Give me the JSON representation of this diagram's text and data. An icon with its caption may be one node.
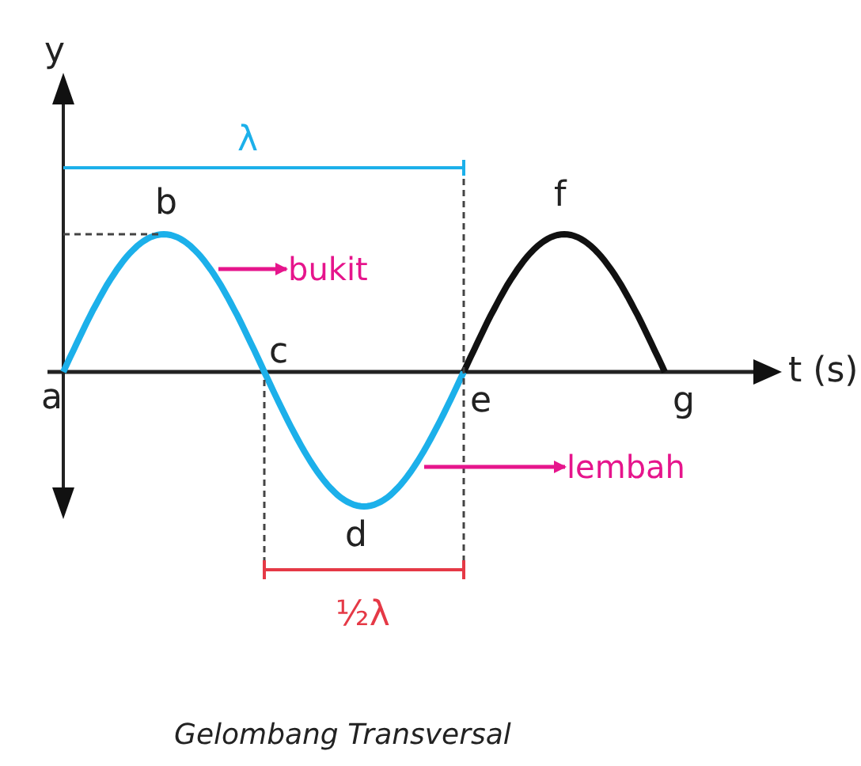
{
  "diagram": {
    "caption": "Gelombang Transversal",
    "nodes": [
      {
        "text": [
          "bukit"
        ]
      },
      {
        "text": [
          "lembah"
        ]
      }
    ],
    "edges": [
      {
        "from": null,
        "to": 0,
        "arrow": "to"
      },
      {
        "from": null,
        "to": 1,
        "arrow": "to"
      }
    ],
    "labels": [
      "y",
      "λ",
      "b",
      "f",
      "a",
      "c",
      "t (s)",
      "e",
      "g",
      "d",
      "½λ"
    ]
  }
}
